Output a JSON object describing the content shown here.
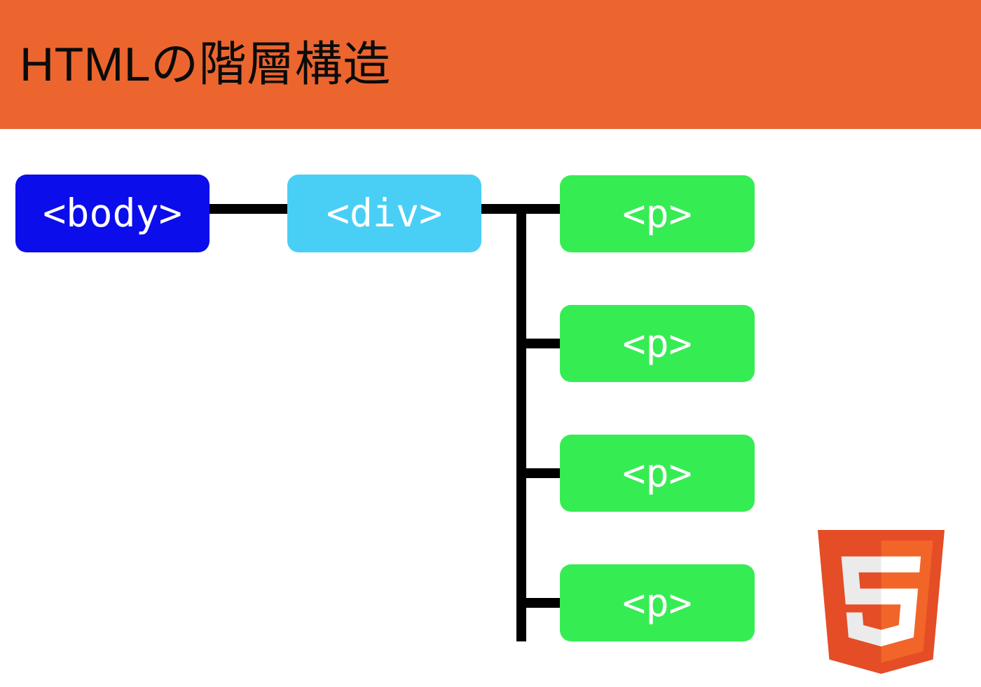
{
  "slide": {
    "title": "HTMLの階層構造",
    "header_color": "#EC652E",
    "background_color": "#FFFFFF",
    "title_color": "#0B0B0B"
  },
  "diagram": {
    "connector_color": "#000000",
    "nodes": [
      {
        "id": "body",
        "label": "<body>",
        "fill": "#0B0DEB",
        "text_color": "#FFFFFF"
      },
      {
        "id": "div",
        "label": "<div>",
        "fill": "#49CFF5",
        "text_color": "#FFFFFF"
      },
      {
        "id": "p1",
        "label": "<p>",
        "fill": "#36EC53",
        "text_color": "#FFFFFF"
      },
      {
        "id": "p2",
        "label": "<p>",
        "fill": "#36EC53",
        "text_color": "#FFFFFF"
      },
      {
        "id": "p3",
        "label": "<p>",
        "fill": "#36EC53",
        "text_color": "#FFFFFF"
      },
      {
        "id": "p4",
        "label": "<p>",
        "fill": "#36EC53",
        "text_color": "#FFFFFF"
      }
    ],
    "edges": [
      {
        "from": "body",
        "to": "div"
      },
      {
        "from": "div",
        "to": "p1"
      },
      {
        "from": "div",
        "to": "p2"
      },
      {
        "from": "div",
        "to": "p3"
      },
      {
        "from": "div",
        "to": "p4"
      }
    ]
  },
  "logo": {
    "name": "HTML5",
    "shield_left_color": "#E44D26",
    "shield_right_color": "#F16529",
    "five_left_color": "#EBEBEB",
    "five_right_color": "#FFFFFF"
  }
}
